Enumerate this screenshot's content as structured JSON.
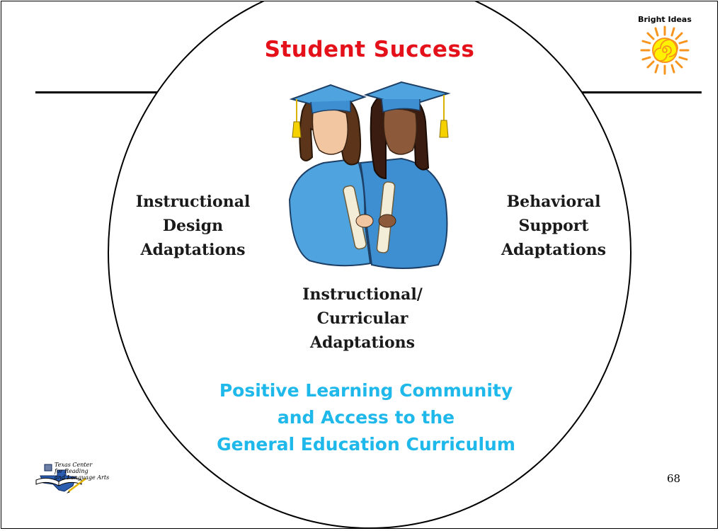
{
  "slide": {
    "title": "Student Success",
    "left_label": [
      "Instructional",
      "Design",
      "Adaptations"
    ],
    "right_label": [
      "Behavioral",
      "Support",
      "Adaptations"
    ],
    "center_label": [
      "Instructional/",
      "Curricular",
      "Adaptations"
    ],
    "community": [
      "Positive Learning Community",
      "and Access to the",
      "General Education Curriculum"
    ],
    "page_number": "68"
  },
  "bright_ideas": {
    "label": "Bright Ideas"
  },
  "logo": {
    "lines": [
      "Texas Center",
      "for Reading",
      "and Language Arts"
    ]
  },
  "colors": {
    "title": "#e4101a",
    "community": "#1fb8ea",
    "gown": "#4fa3df",
    "sun": "#f7941d"
  },
  "icons": [
    "graduates-clipart",
    "sun-icon",
    "texas-book-logo"
  ]
}
